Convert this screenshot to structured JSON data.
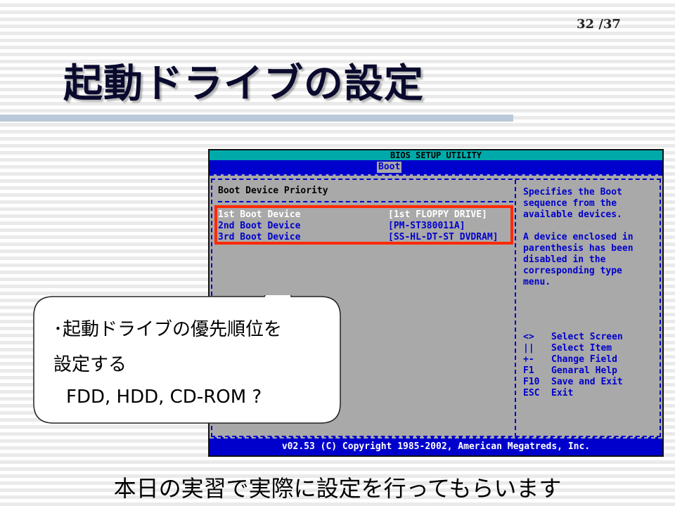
{
  "slide": {
    "page_number": "32 /37",
    "title": "起動ドライブの設定",
    "bottom_caption": "本日の実習で実際に設定を行ってもらいます"
  },
  "bios": {
    "title": "BIOS SETUP UTILITY",
    "active_tab": "Boot",
    "section_title": "Boot Device Priority",
    "boot_devices": [
      {
        "label": "1st Boot Device",
        "value": "[1st FLOPPY DRIVE]",
        "selected": true
      },
      {
        "label": "2nd Boot Device",
        "value": "[PM-ST380011A]",
        "selected": false
      },
      {
        "label": "3rd Boot Device",
        "value": "[SS-HL-DT-ST DVDRAM]",
        "selected": false
      }
    ],
    "help_text": "Specifies the Boot\nsequence from the\navailable devices.\n\nA device enclosed in\nparenthesis has been\ndisabled in the\ncorresponding type\nmenu.",
    "keys": [
      {
        "key": "<>",
        "desc": "Select Screen"
      },
      {
        "key": "||",
        "desc": "Select Item"
      },
      {
        "key": "+-",
        "desc": "Change Field"
      },
      {
        "key": "F1",
        "desc": "Genaral Help"
      },
      {
        "key": "F10",
        "desc": "Save and Exit"
      },
      {
        "key": "ESC",
        "desc": "Exit"
      }
    ],
    "footer": "v02.53 (C) Copyright 1985-2002, American Megatreds, Inc.",
    "colors": {
      "blue": "#0000cc",
      "gray": "#a9a9a9",
      "highlight_border": "#ff2a00"
    }
  },
  "callout": {
    "line1": "･起動ドライブの優先順位を",
    "line2": "設定する",
    "line3": "FDD, HDD, CD-ROM ?"
  }
}
